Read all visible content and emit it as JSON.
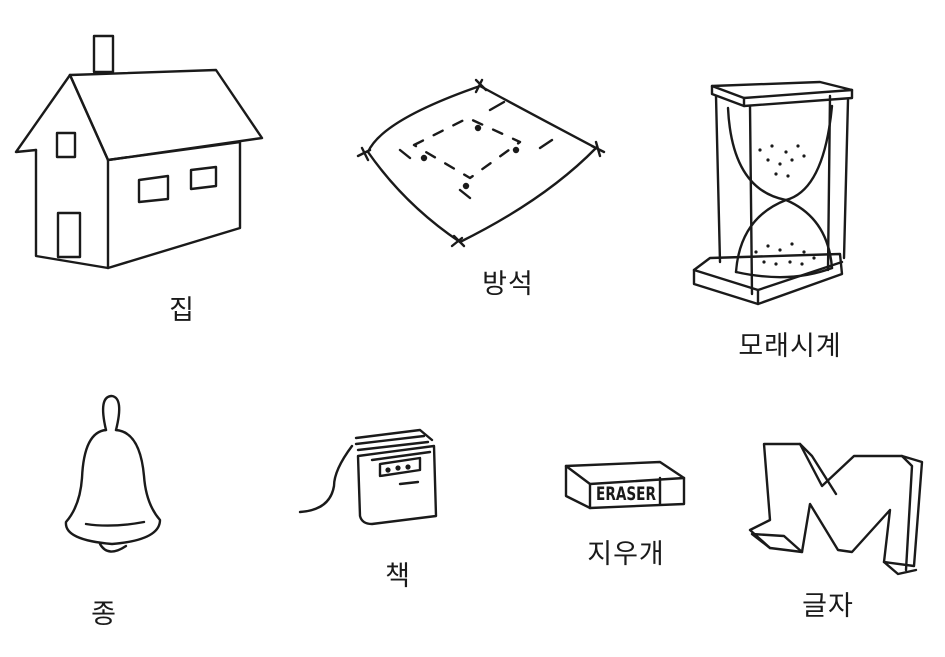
{
  "items": [
    {
      "label": "집"
    },
    {
      "label": "방석"
    },
    {
      "label": "모래시계"
    },
    {
      "label": "종"
    },
    {
      "label": "책"
    },
    {
      "label": "지우개",
      "printed_text": "ERASER"
    },
    {
      "label": "글자",
      "printed_text": "M"
    }
  ],
  "colors": {
    "ink": "#1a1a1a",
    "paper": "#ffffff"
  }
}
